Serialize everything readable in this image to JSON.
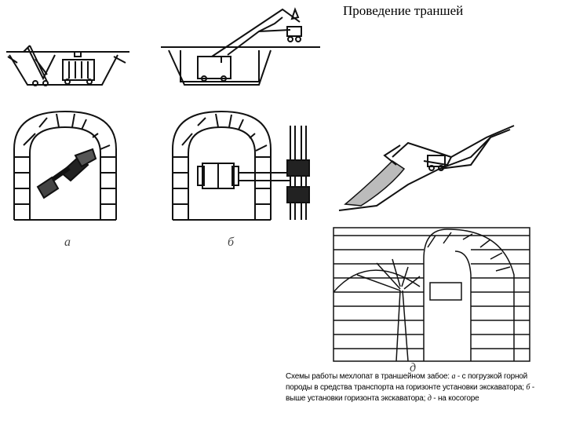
{
  "slide": {
    "title": "Проведение траншей",
    "labels": {
      "a": "а",
      "b": "б",
      "d": "д"
    },
    "caption": {
      "prefix": "Схемы работы мехлопат в траншейном забое: ",
      "a_letter": "а",
      "a_text": " - с погрузкой горной породы в средства транспорта на горизонте установки экскаватора; ",
      "b_letter": "б",
      "b_text": " - выше установки горизонта экскаватора; ",
      "d_letter": "д",
      "d_text": " - на косогоре"
    }
  }
}
